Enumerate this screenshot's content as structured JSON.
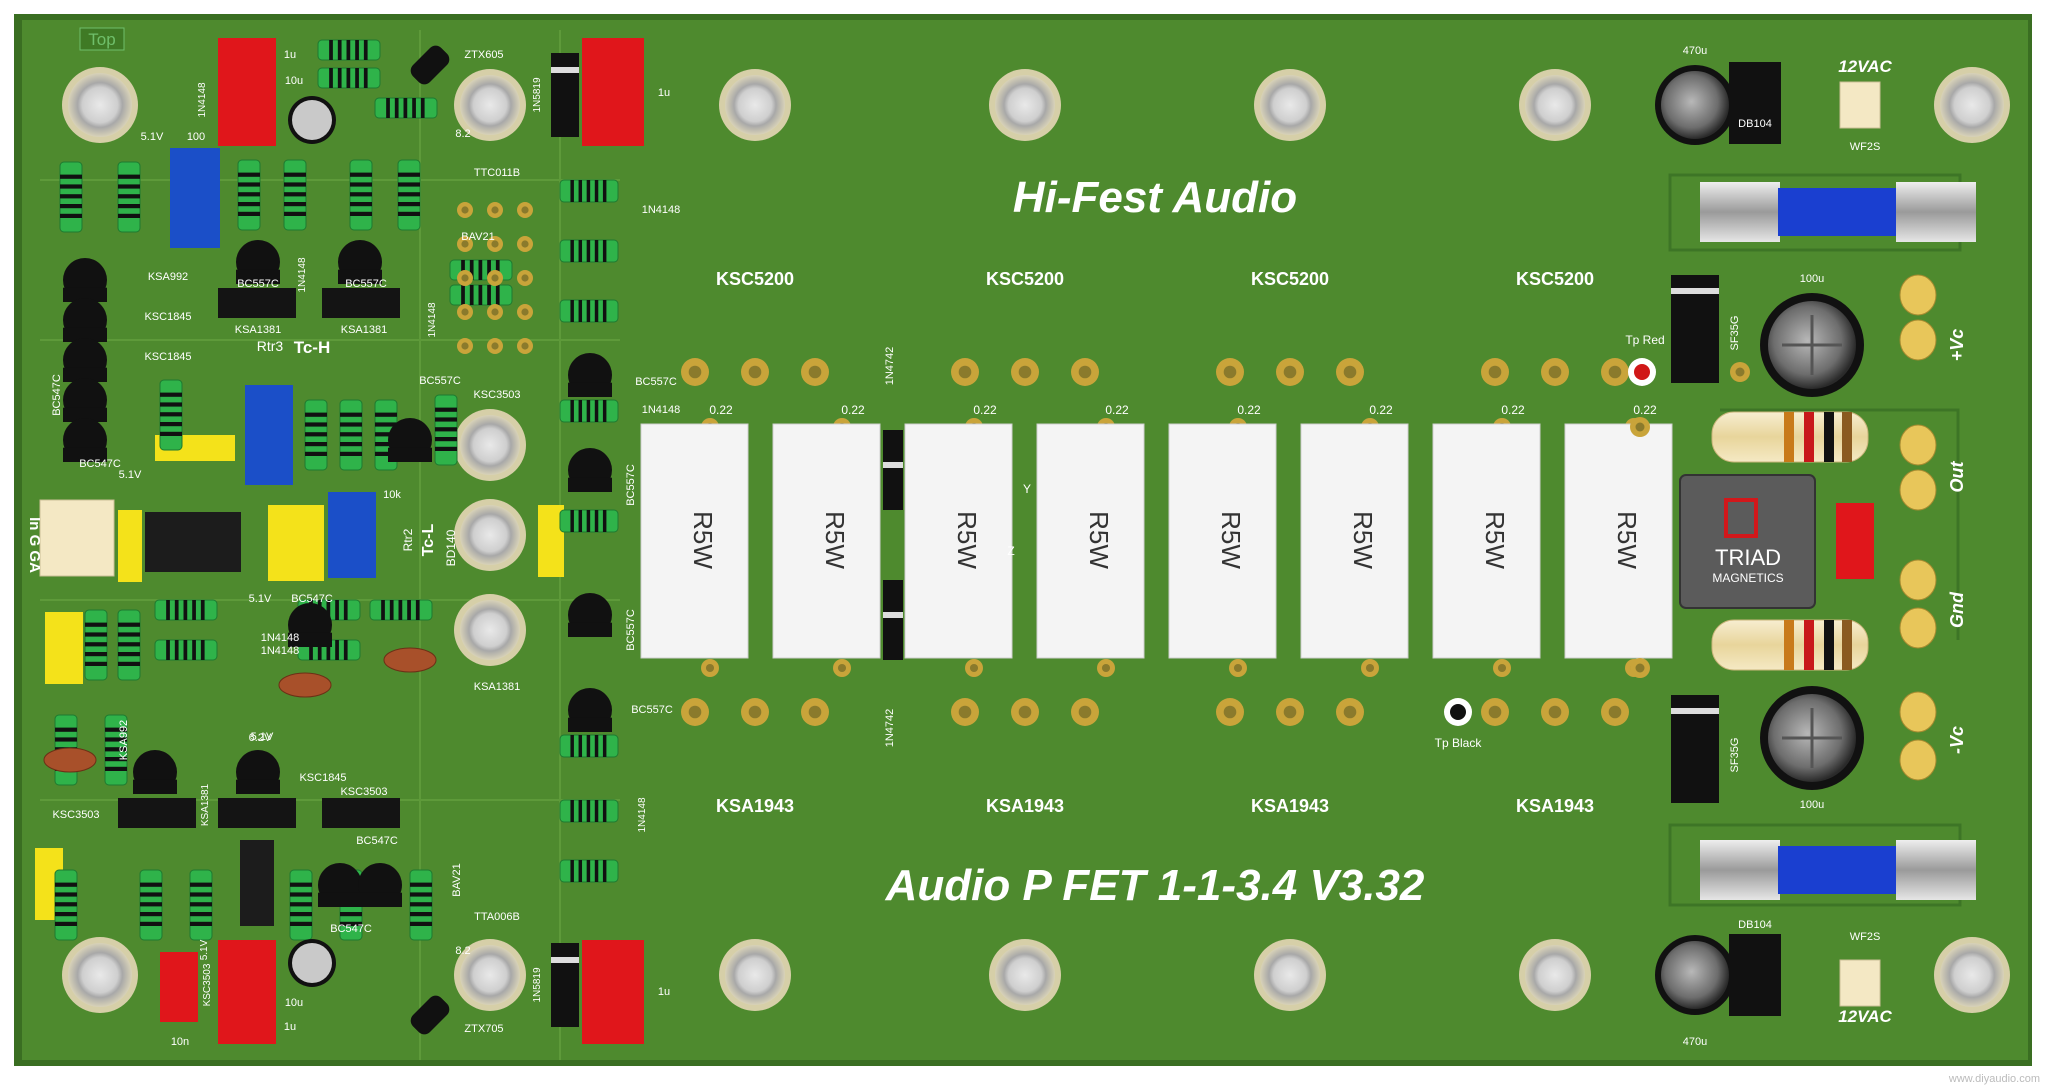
{
  "board": {
    "layer_tab": "Top",
    "title": "Hi-Fest Audio",
    "subtitle": "Audio P FET 1-1-3.4 V3.32",
    "watermark": "www.diyaudio.com"
  },
  "colors": {
    "board": "#4e8a2e",
    "board_edge": "#3a6e22",
    "pad": "#c9a43a",
    "resistor_body": "#2fb34a",
    "power_resistor": "#f4f4f4",
    "transistor": "#111111",
    "red_cap": "#e0161b",
    "yellow_cap": "#f4e21a",
    "blue_trimmer": "#1b4fc8",
    "fuse_blue": "#1a3fd0",
    "triad_red": "#d2181b"
  },
  "output_devices": {
    "top": [
      "KSC5200",
      "KSC5200",
      "KSC5200",
      "KSC5200"
    ],
    "bottom": [
      "KSA1943",
      "KSA1943",
      "KSA1943",
      "KSA1943"
    ]
  },
  "power_resistors": {
    "label": "R5W",
    "value": "0.22"
  },
  "labels": {
    "rtr3": "Rtr3",
    "tch": "Tc-H",
    "tcl": "Tc-L",
    "rtr2": "Rtr2",
    "bd140": "BD140",
    "in_connector": "In  G  GA",
    "ztx605": "ZTX605",
    "ztx705": "ZTX705",
    "ttc011b": "TTC011B",
    "tta006b": "TTA006B",
    "bav21": "BAV21",
    "n1n5819": "1N5819",
    "n1n4742": "1N4742",
    "n1n4148": "1N4148",
    "bc557c": "BC557C",
    "bc547c": "BC547C",
    "ksa992": "KSA992",
    "ksc1845": "KSC1845",
    "ksc3503": "KSC3503",
    "ksa1381": "KSA1381",
    "ksa1381b": "KSA1381",
    "v51": "5.1V",
    "v62": "6.2V",
    "c1u": "1u",
    "c10u": "10u",
    "r100": "100",
    "r10k": "10k",
    "r82": "8.2",
    "c10n": "10n",
    "c470u": "470u",
    "c100u": "100u",
    "db104": "DB104",
    "wf2s": "WF2S",
    "vac12": "12VAC",
    "sf35g": "SF35G",
    "tp_red": "Tp Red",
    "tp_black": "Tp Black",
    "plus_vc": "+Vc",
    "out": "Out",
    "gnd": "Gnd",
    "minus_vc": "-Vc",
    "triad": "TRIAD",
    "magnetics": "MAGNETICS",
    "axis_y": "Y",
    "axis_z": "Z"
  }
}
